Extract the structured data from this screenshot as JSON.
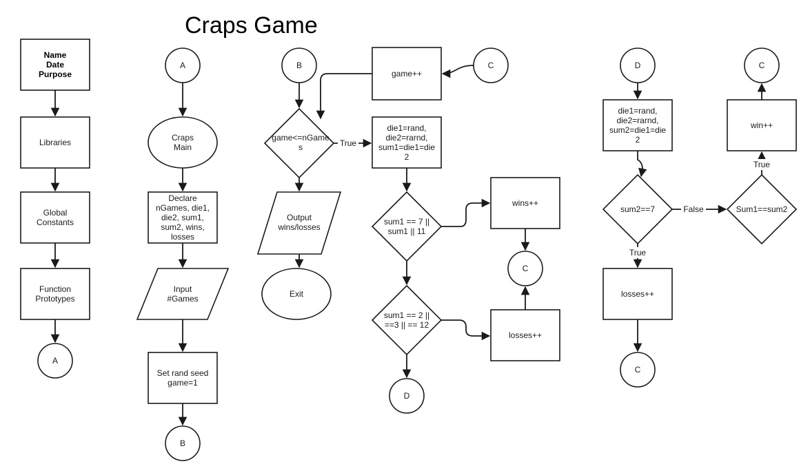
{
  "title": "Craps Game",
  "nodes": {
    "name_date_purpose": [
      "Name",
      "Date",
      "Purpose"
    ],
    "libraries": [
      "Libraries"
    ],
    "global_constants": [
      "Global",
      "Constants"
    ],
    "function_prototypes": [
      "Function",
      "Prototypes"
    ],
    "conn_a_col1": [
      "A"
    ],
    "conn_a_col2": [
      "A"
    ],
    "craps_main": [
      "Craps",
      "Main"
    ],
    "declare": [
      "Declare",
      "nGames, die1,",
      "die2, sum1,",
      "sum2, wins,",
      "losses"
    ],
    "input_games": [
      "Input",
      "#Games"
    ],
    "set_rand_seed": [
      "Set rand seed",
      "game=1"
    ],
    "conn_b_col2": [
      "B"
    ],
    "conn_b_col3": [
      "B"
    ],
    "loop_check": [
      "game<=nGame",
      "s"
    ],
    "output": [
      "Output",
      "wins/losses"
    ],
    "exit": [
      "Exit"
    ],
    "game_inc": [
      "game++"
    ],
    "conn_c_top": [
      "C"
    ],
    "roll1": [
      "die1=rand,",
      "die2=rarnd,",
      "sum1=die1=die",
      "2"
    ],
    "check_win": [
      "sum1 == 7 ||",
      "sum1 || 11"
    ],
    "check_lose": [
      "sum1 == 2 ||",
      "==3 || == 12"
    ],
    "conn_d_col4": [
      "D"
    ],
    "wins_inc": [
      "wins++"
    ],
    "conn_c_mid": [
      "C"
    ],
    "losses_inc": [
      "losses++"
    ],
    "conn_d_col6": [
      "D"
    ],
    "roll2": [
      "die1=rand,",
      "die2=rarnd,",
      "sum2=die1=die",
      "2"
    ],
    "sum2_eq7": [
      "sum2==7"
    ],
    "losses_inc2": [
      "losses++"
    ],
    "conn_c_bottom": [
      "C"
    ],
    "sum1_eq_sum2": [
      "Sum1==sum2"
    ],
    "win_inc": [
      "win++"
    ],
    "conn_c_right": [
      "C"
    ]
  },
  "edge_labels": {
    "true_loop": "True",
    "false_sum2": "False",
    "true_sum2": "True",
    "true_sum1": "True"
  }
}
